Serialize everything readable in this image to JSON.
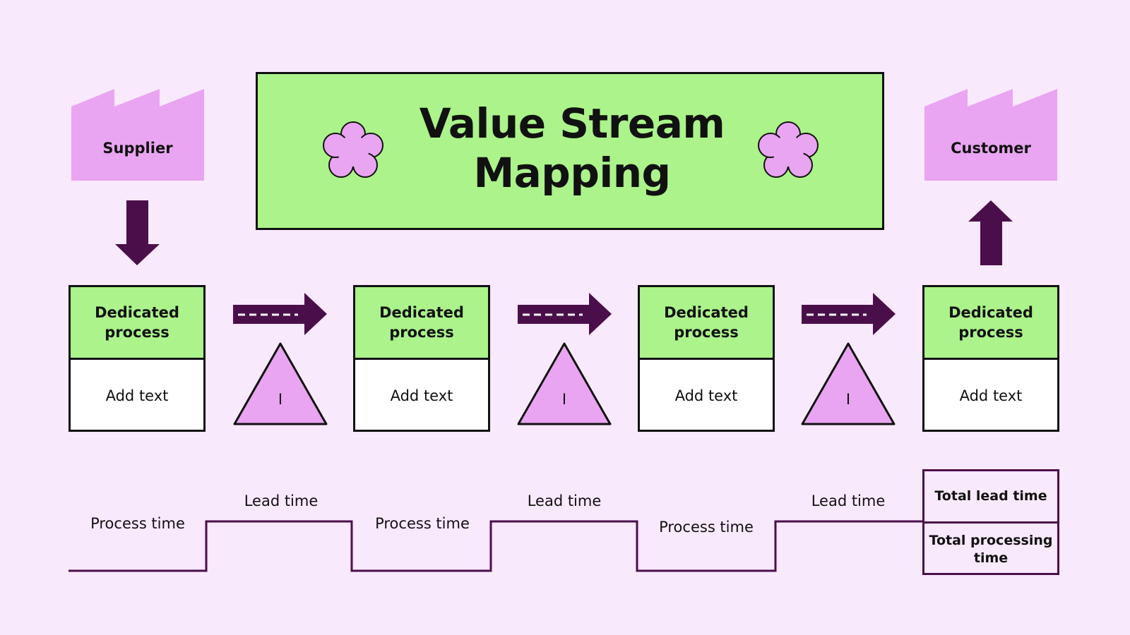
{
  "title": "Value Stream Mapping",
  "supplier": {
    "label": "Supplier"
  },
  "customer": {
    "label": "Customer"
  },
  "processes": [
    {
      "header": "Dedicated process",
      "body": "Add text"
    },
    {
      "header": "Dedicated process",
      "body": "Add text"
    },
    {
      "header": "Dedicated process",
      "body": "Add text"
    },
    {
      "header": "Dedicated process",
      "body": "Add text"
    }
  ],
  "inventory_label": "I",
  "timeline": {
    "process_time": "Process time",
    "lead_time": "Lead time",
    "total_lead_time": "Total lead time",
    "total_processing_time": "Total processing time"
  },
  "colors": {
    "background": "#f9e9fd",
    "green": "#abf38a",
    "pink": "#e9a5f1",
    "dark_purple": "#4a0f4a"
  },
  "icons": [
    "factory-icon",
    "flower-icon",
    "push-arrow-icon",
    "inventory-triangle-icon",
    "down-arrow-icon",
    "up-arrow-icon"
  ]
}
